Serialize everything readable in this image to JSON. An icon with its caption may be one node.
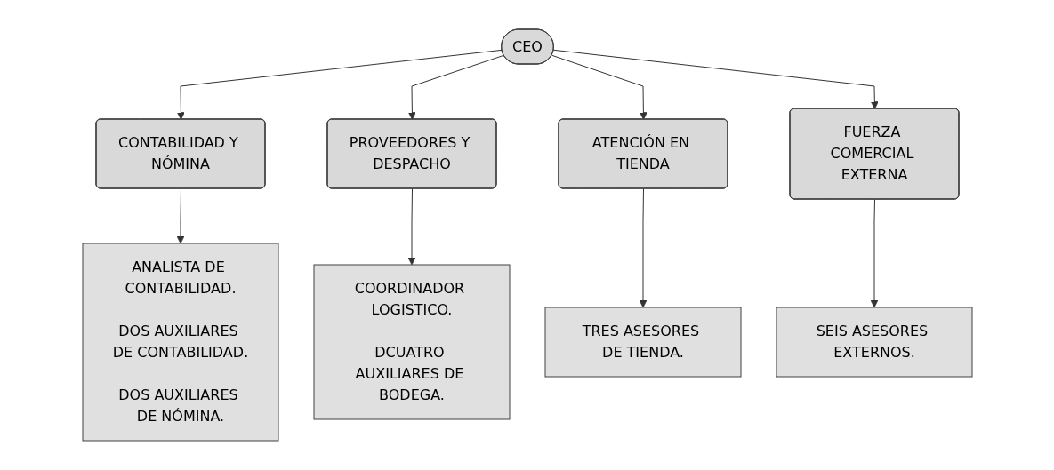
{
  "diagram": {
    "nodes": [
      {
        "text": [
          "CEO"
        ]
      },
      {
        "text": [
          "CONTABILIDAD Y NÓMINA"
        ]
      },
      {
        "text": [
          "PROVEEDORES Y DESPACHO"
        ]
      },
      {
        "text": [
          "ATENCIÓN EN TIENDA"
        ]
      },
      {
        "text": [
          "FUERZA COMERCIAL EXTERNA"
        ]
      },
      {
        "text": [
          "ANALISTA DE CONTABILIDAD.",
          "DOS AUXILIARES DE CONTABILIDAD.",
          "DOS AUXILIARES DE NÓMINA."
        ]
      },
      {
        "text": [
          "COORDINADOR LOGISTICO.",
          "DCUATRO AUXILIARES DE BODEGA."
        ]
      },
      {
        "text": [
          "TRES ASESORES DE TIENDA."
        ]
      },
      {
        "text": [
          "SEIS ASESORES EXTERNOS."
        ]
      }
    ],
    "edges": [
      {
        "from": 0,
        "to": 1,
        "arrow": "to"
      },
      {
        "from": 0,
        "to": 2,
        "arrow": "to"
      },
      {
        "from": 0,
        "to": 3,
        "arrow": "to"
      },
      {
        "from": 0,
        "to": 4,
        "arrow": "to"
      },
      {
        "from": 1,
        "to": 5,
        "arrow": "to"
      },
      {
        "from": 2,
        "to": 6,
        "arrow": "to"
      },
      {
        "from": 3,
        "to": 7,
        "arrow": "to"
      },
      {
        "from": 4,
        "to": 8,
        "arrow": "to"
      }
    ]
  }
}
